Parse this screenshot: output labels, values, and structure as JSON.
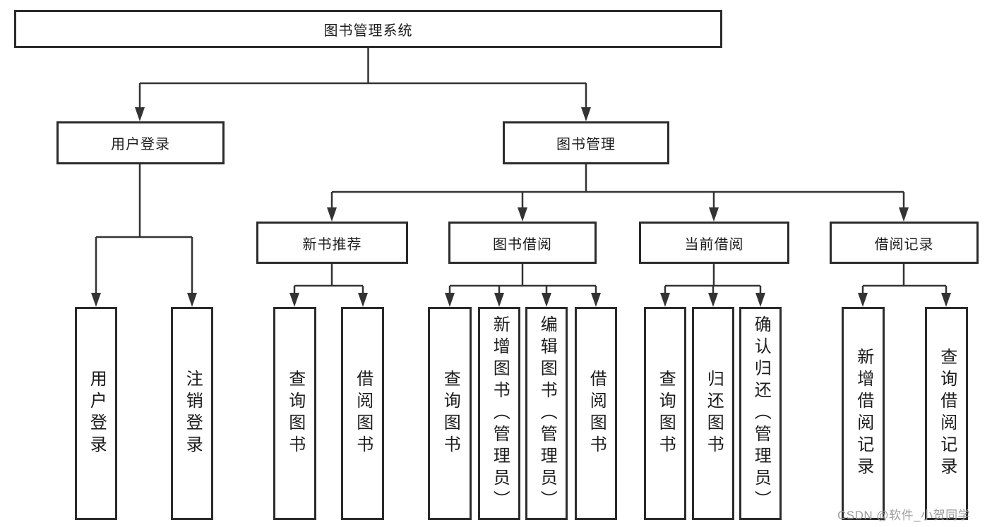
{
  "diagram": {
    "root_label": "图书管理系统",
    "level2": [
      {
        "label": "用户登录"
      },
      {
        "label": "图书管理"
      }
    ],
    "level3": [
      {
        "label": "新书推荐",
        "parent": "图书管理"
      },
      {
        "label": "图书借阅",
        "parent": "图书管理"
      },
      {
        "label": "当前借阅",
        "parent": "图书管理"
      },
      {
        "label": "借阅记录",
        "parent": "图书管理"
      }
    ],
    "leaves": [
      {
        "label": "用户登录",
        "parent": "用户登录"
      },
      {
        "label": "注销登录",
        "parent": "用户登录"
      },
      {
        "label": "查询图书",
        "parent": "新书推荐"
      },
      {
        "label": "借阅图书",
        "parent": "新书推荐"
      },
      {
        "label": "查询图书",
        "parent": "图书借阅"
      },
      {
        "label": "新增图书（管理员）",
        "parent": "图书借阅"
      },
      {
        "label": "编辑图书（管理员）",
        "parent": "图书借阅"
      },
      {
        "label": "借阅图书",
        "parent": "图书借阅"
      },
      {
        "label": "查询图书",
        "parent": "当前借阅"
      },
      {
        "label": "归还图书",
        "parent": "当前借阅"
      },
      {
        "label": "确认归还（管理员）",
        "parent": "当前借阅"
      },
      {
        "label": "新增借阅记录",
        "parent": "借阅记录"
      },
      {
        "label": "查询借阅记录",
        "parent": "借阅记录"
      }
    ]
  },
  "watermark": "CSDN @软件_小贺同学",
  "colors": {
    "line": "#333333",
    "box_border": "#2b2b2b",
    "text": "#1c1c1c",
    "watermark_text": "#9c9c9c",
    "background": "#ffffff"
  }
}
